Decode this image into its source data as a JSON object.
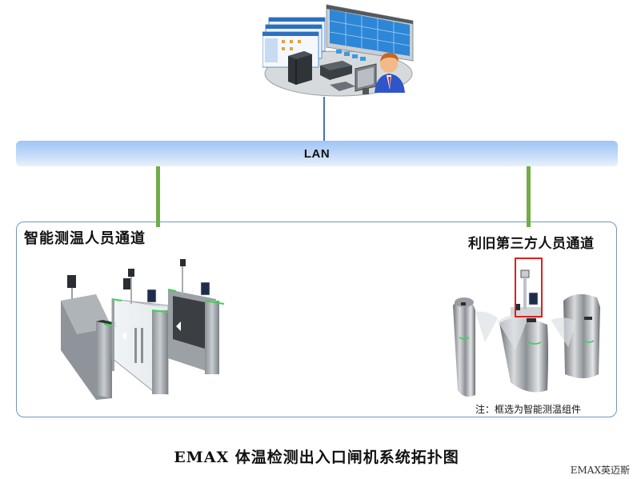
{
  "diagram": {
    "nodes": {
      "control_center": {
        "icon": "monitoring-center-icon"
      },
      "lan": {
        "label": "LAN"
      },
      "zone_left": {
        "title": "智能测温人员通道",
        "icon": "smart-temperature-gates-icon"
      },
      "zone_right": {
        "title": "利旧第三方人员通道",
        "icon": "third-party-flap-gates-icon",
        "highlight_color": "#e02020"
      }
    },
    "links": [
      {
        "from": "control_center",
        "to": "lan",
        "color": "#4472c4"
      },
      {
        "from": "lan",
        "to": "zone_left",
        "color": "#70ad47"
      },
      {
        "from": "lan",
        "to": "zone_right",
        "color": "#70ad47"
      }
    ],
    "note": "注：框选为智能测温组件",
    "caption": "EMAX 体温检测出入口闸机系统拓扑图",
    "watermark": "EMAX英迈斯"
  }
}
